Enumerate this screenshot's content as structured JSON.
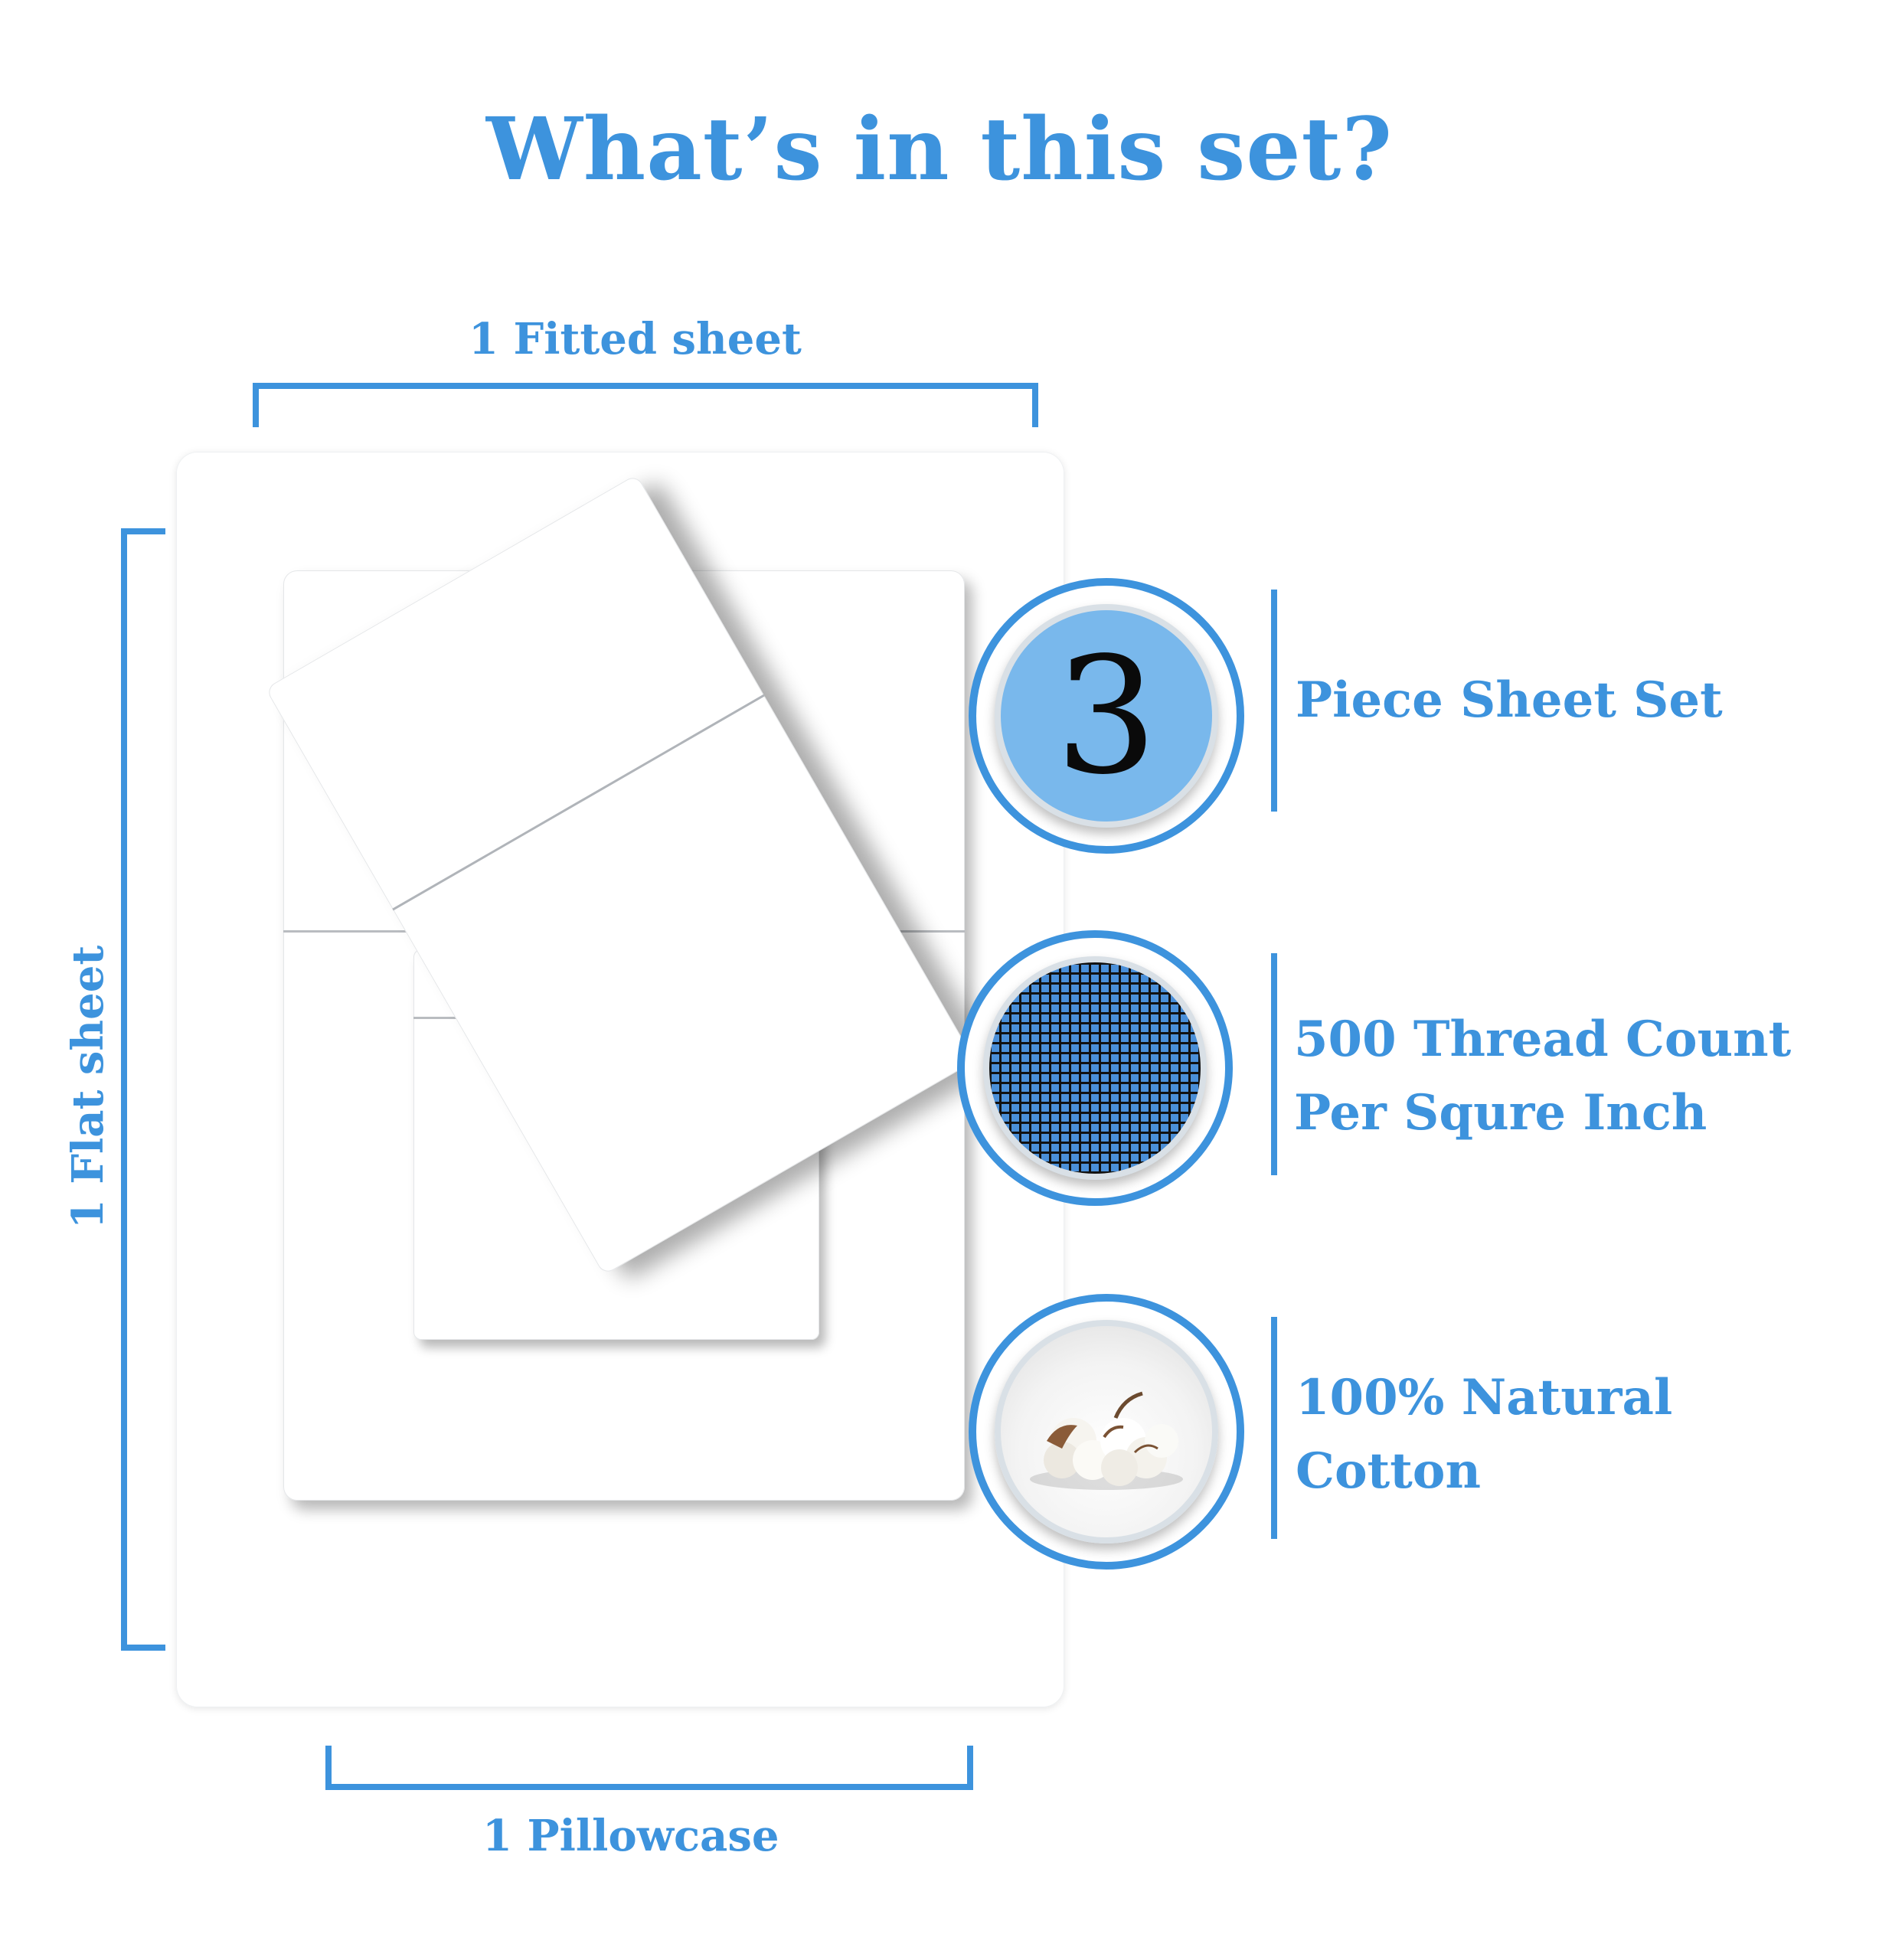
{
  "title": "What’s in this set?",
  "labels": {
    "fitted_sheet": "1 Fitted sheet",
    "flat_sheet": "1 Flat sheet",
    "pillowcase": "1 Pillowcase"
  },
  "features": [
    {
      "badge_value": "3",
      "icon": "number-badge",
      "lines": [
        "Piece Sheet Set"
      ]
    },
    {
      "icon": "thread-weave-icon",
      "lines": [
        "500 Thread Count",
        "Per Squre Inch"
      ]
    },
    {
      "icon": "cotton-boll-icon",
      "lines": [
        "100% Natural",
        "Cotton"
      ]
    }
  ],
  "colors": {
    "accent": "#3d93dd",
    "badge_fill": "#79b8ec",
    "background": "#ffffff"
  }
}
